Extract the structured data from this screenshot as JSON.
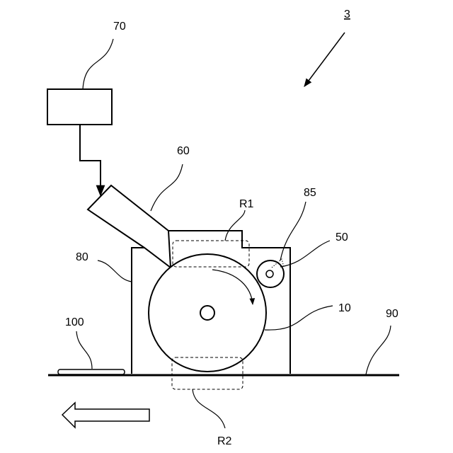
{
  "labels": {
    "fig": "3",
    "controller": "70",
    "supply": "60",
    "region1": "R1",
    "region2": "R2",
    "roller_small": "85",
    "roller_small2": "50",
    "frame": "80",
    "drum": "10",
    "base": "90",
    "object": "100"
  }
}
